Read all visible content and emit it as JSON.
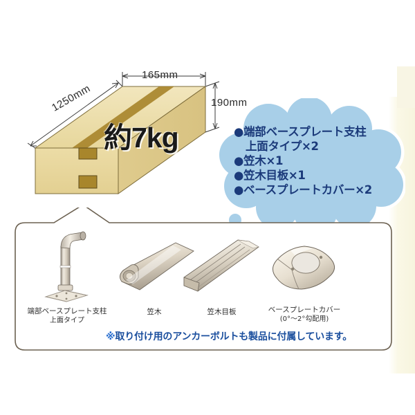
{
  "colors": {
    "background": "#ffffff",
    "carton_face": "#e9d79a",
    "carton_top": "#efe2b4",
    "carton_stripe": "#a8862c",
    "cloud_fill": "#a8cfe8",
    "cloud_outline": "#ffffff",
    "cloud_text": "#1b3a7a",
    "note_text": "#1b4f9e",
    "panel_border": "#6b6050",
    "metal_light": "#e8e2d6",
    "metal_mid": "#c9c0b0",
    "metal_dark": "#8d8576"
  },
  "carton": {
    "weight_label": "約7kg",
    "dimensions": {
      "width": "165mm",
      "height": "190mm",
      "length": "1250mm"
    }
  },
  "cloud_callout": {
    "bullet_glyph": "●",
    "items": [
      {
        "line1": "●端部ベースプレート支柱",
        "line2": "上面タイプ×2"
      },
      {
        "line1": "●笠木×1",
        "line2": ""
      },
      {
        "line1": "●笠木目板×1",
        "line2": ""
      },
      {
        "line1": "●ベースプレートカバー×2",
        "line2": ""
      }
    ]
  },
  "parts_panel": {
    "parts": [
      {
        "id": "post",
        "label": "端部ベースプレート支柱",
        "sublabel": "上面タイプ",
        "icon": "base-plate-post-icon"
      },
      {
        "id": "kasagi",
        "label": "笠木",
        "sublabel": "",
        "icon": "handrail-cap-icon"
      },
      {
        "id": "meita",
        "label": "笠木目板",
        "sublabel": "",
        "icon": "cap-joint-cover-icon"
      },
      {
        "id": "cover",
        "label": "ベースプレートカバー",
        "sublabel": "(0°〜2°勾配用)",
        "icon": "base-plate-cover-icon"
      }
    ],
    "note": {
      "mark": "※",
      "text": "取り付け用のアンカーボルトも製品に付属しています。"
    }
  }
}
